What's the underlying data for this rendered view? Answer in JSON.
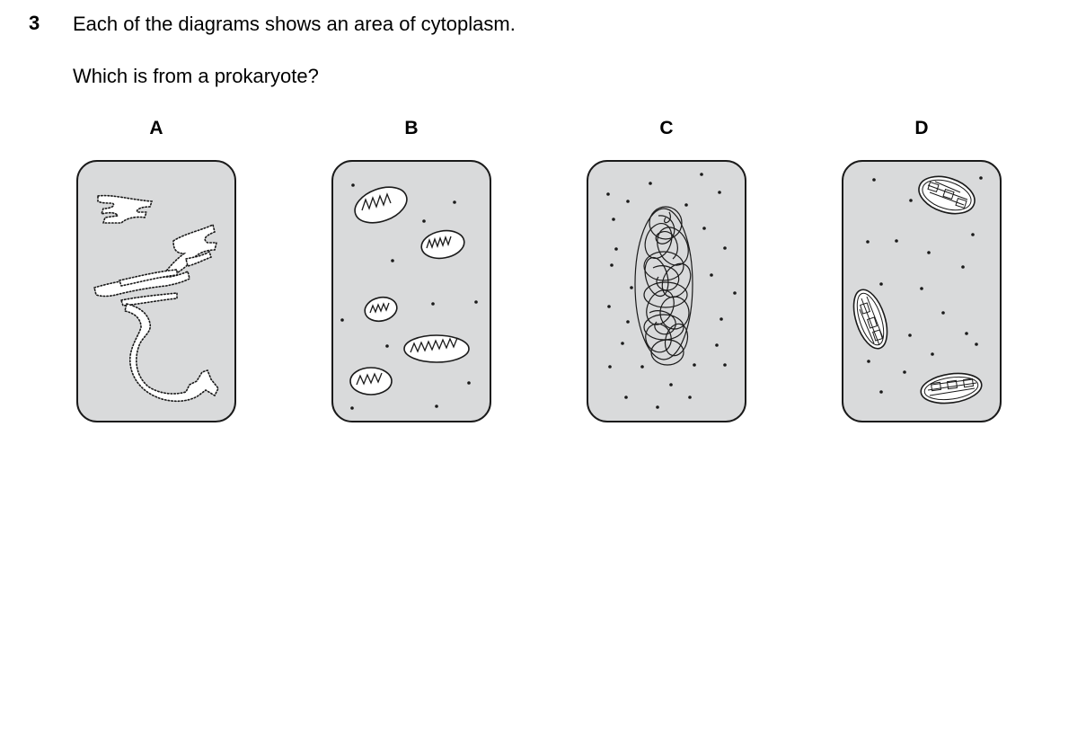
{
  "question": {
    "number": "3",
    "text": "Each of the diagrams shows an area of cytoplasm.",
    "prompt": "Which is from a prokaryote?"
  },
  "options": [
    {
      "label": "A"
    },
    {
      "label": "B"
    },
    {
      "label": "C"
    },
    {
      "label": "D"
    }
  ],
  "colors": {
    "cytoplasm_fill": "#d9dadb",
    "outline": "#1a1a1a"
  }
}
